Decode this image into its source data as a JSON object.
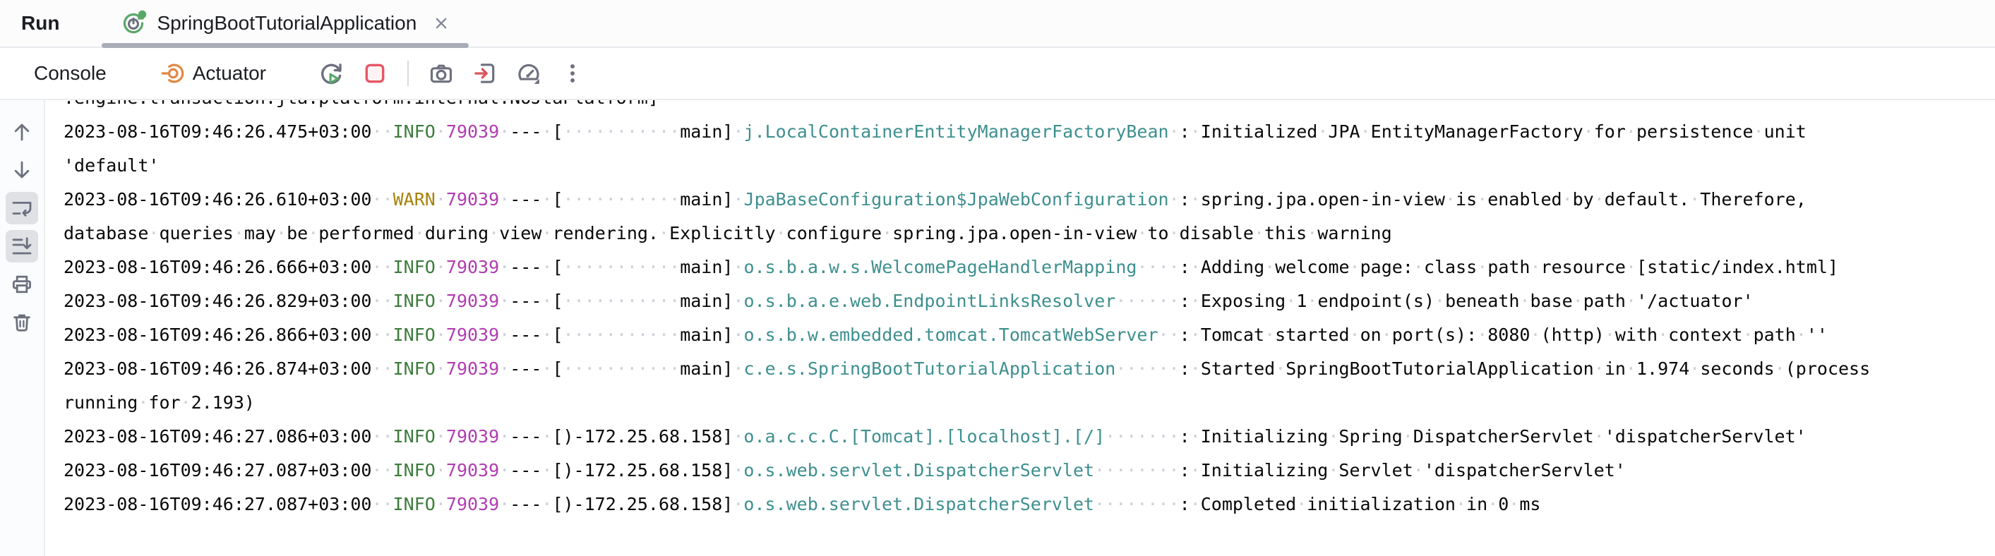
{
  "header": {
    "run_label": "Run",
    "tab": {
      "label": "SpringBootTutorialApplication",
      "state": "running",
      "icon": "spring-boot-run-icon",
      "close_icon": "close-icon"
    }
  },
  "toolbar": {
    "console_tab_label": "Console",
    "actuator_tab_label": "Actuator",
    "actuator_icon": "actuator-icon",
    "buttons": [
      {
        "icon": "rerun-icon"
      },
      {
        "icon": "stop-icon"
      },
      {
        "icon": "thread-dump-camera-icon"
      },
      {
        "icon": "exit-icon"
      },
      {
        "icon": "gauge-icon"
      },
      {
        "icon": "kebab-menu-icon"
      }
    ]
  },
  "gutter": {
    "buttons": [
      {
        "icon": "arrow-up-icon",
        "active": false
      },
      {
        "icon": "arrow-down-icon",
        "active": false
      },
      {
        "icon": "soft-wrap-icon",
        "active": true
      },
      {
        "icon": "scroll-to-end-icon",
        "active": true
      },
      {
        "icon": "print-icon",
        "active": false
      },
      {
        "icon": "trash-icon",
        "active": false
      }
    ]
  },
  "console": {
    "palette": {
      "plain": "#080808",
      "info": "#3c7c3c",
      "warn": "#a5830b",
      "pid": "#b13cb1",
      "logger": "#3e8f8f",
      "ws": "#ccd0d8"
    },
    "lines": [
      {
        "segments": [
          {
            "text": ".engine.transaction.jta.platform.internal.NoJtaPlatform]",
            "color": "plain"
          }
        ]
      },
      {
        "segments": [
          {
            "text": "2023-08-16T09:46:26.475+03:00 ",
            "color": "plain"
          },
          {
            "text": " INFO",
            "color": "info"
          },
          {
            "text": " ",
            "color": "plain"
          },
          {
            "text": "79039",
            "color": "pid"
          },
          {
            "text": " --- [           main] ",
            "color": "plain"
          },
          {
            "text": "j.LocalContainerEntityManagerFactoryBean",
            "color": "logger"
          },
          {
            "text": " : Initialized JPA EntityManagerFactory for persistence unit",
            "color": "plain"
          }
        ]
      },
      {
        "segments": [
          {
            "text": "'default'",
            "color": "plain"
          }
        ]
      },
      {
        "segments": [
          {
            "text": "2023-08-16T09:46:26.610+03:00 ",
            "color": "plain"
          },
          {
            "text": " WARN",
            "color": "warn"
          },
          {
            "text": " ",
            "color": "plain"
          },
          {
            "text": "79039",
            "color": "pid"
          },
          {
            "text": " --- [           main] ",
            "color": "plain"
          },
          {
            "text": "JpaBaseConfiguration$JpaWebConfiguration",
            "color": "logger"
          },
          {
            "text": " : spring.jpa.open-in-view is enabled by default. Therefore,",
            "color": "plain"
          }
        ]
      },
      {
        "segments": [
          {
            "text": "database queries may be performed during view rendering. Explicitly configure spring.jpa.open-in-view to disable this warning",
            "color": "plain"
          }
        ]
      },
      {
        "segments": [
          {
            "text": "2023-08-16T09:46:26.666+03:00 ",
            "color": "plain"
          },
          {
            "text": " INFO",
            "color": "info"
          },
          {
            "text": " ",
            "color": "plain"
          },
          {
            "text": "79039",
            "color": "pid"
          },
          {
            "text": " --- [           main] ",
            "color": "plain"
          },
          {
            "text": "o.s.b.a.w.s.WelcomePageHandlerMapping",
            "color": "logger"
          },
          {
            "text": "    : Adding welcome page: class path resource [static/index.html]",
            "color": "plain"
          }
        ]
      },
      {
        "segments": [
          {
            "text": "2023-08-16T09:46:26.829+03:00 ",
            "color": "plain"
          },
          {
            "text": " INFO",
            "color": "info"
          },
          {
            "text": " ",
            "color": "plain"
          },
          {
            "text": "79039",
            "color": "pid"
          },
          {
            "text": " --- [           main] ",
            "color": "plain"
          },
          {
            "text": "o.s.b.a.e.web.EndpointLinksResolver",
            "color": "logger"
          },
          {
            "text": "      : Exposing 1 endpoint(s) beneath base path '/actuator'",
            "color": "plain"
          }
        ]
      },
      {
        "segments": [
          {
            "text": "2023-08-16T09:46:26.866+03:00 ",
            "color": "plain"
          },
          {
            "text": " INFO",
            "color": "info"
          },
          {
            "text": " ",
            "color": "plain"
          },
          {
            "text": "79039",
            "color": "pid"
          },
          {
            "text": " --- [           main] ",
            "color": "plain"
          },
          {
            "text": "o.s.b.w.embedded.tomcat.TomcatWebServer",
            "color": "logger"
          },
          {
            "text": "  : Tomcat started on port(s): 8080 (http) with context path ''",
            "color": "plain"
          }
        ]
      },
      {
        "segments": [
          {
            "text": "2023-08-16T09:46:26.874+03:00 ",
            "color": "plain"
          },
          {
            "text": " INFO",
            "color": "info"
          },
          {
            "text": " ",
            "color": "plain"
          },
          {
            "text": "79039",
            "color": "pid"
          },
          {
            "text": " --- [           main] ",
            "color": "plain"
          },
          {
            "text": "c.e.s.SpringBootTutorialApplication",
            "color": "logger"
          },
          {
            "text": "      : Started SpringBootTutorialApplication in 1.974 seconds (process",
            "color": "plain"
          }
        ]
      },
      {
        "segments": [
          {
            "text": "running for 2.193)",
            "color": "plain"
          }
        ]
      },
      {
        "segments": [
          {
            "text": "2023-08-16T09:46:27.086+03:00 ",
            "color": "plain"
          },
          {
            "text": " INFO",
            "color": "info"
          },
          {
            "text": " ",
            "color": "plain"
          },
          {
            "text": "79039",
            "color": "pid"
          },
          {
            "text": " --- [)-172.25.68.158] ",
            "color": "plain"
          },
          {
            "text": "o.a.c.c.C.[Tomcat].[localhost].[/]",
            "color": "logger"
          },
          {
            "text": "       : Initializing Spring DispatcherServlet 'dispatcherServlet'",
            "color": "plain"
          }
        ]
      },
      {
        "segments": [
          {
            "text": "2023-08-16T09:46:27.087+03:00 ",
            "color": "plain"
          },
          {
            "text": " INFO",
            "color": "info"
          },
          {
            "text": " ",
            "color": "plain"
          },
          {
            "text": "79039",
            "color": "pid"
          },
          {
            "text": " --- [)-172.25.68.158] ",
            "color": "plain"
          },
          {
            "text": "o.s.web.servlet.DispatcherServlet",
            "color": "logger"
          },
          {
            "text": "        : Initializing Servlet 'dispatcherServlet'",
            "color": "plain"
          }
        ]
      },
      {
        "segments": [
          {
            "text": "2023-08-16T09:46:27.087+03:00 ",
            "color": "plain"
          },
          {
            "text": " INFO",
            "color": "info"
          },
          {
            "text": " ",
            "color": "plain"
          },
          {
            "text": "79039",
            "color": "pid"
          },
          {
            "text": " --- [)-172.25.68.158] ",
            "color": "plain"
          },
          {
            "text": "o.s.web.servlet.DispatcherServlet",
            "color": "logger"
          },
          {
            "text": "        : Completed initialization in 0 ms",
            "color": "plain"
          }
        ]
      }
    ]
  }
}
